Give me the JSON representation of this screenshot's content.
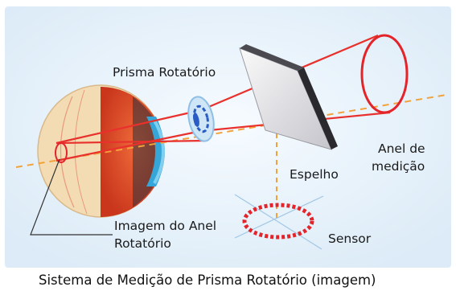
{
  "labels": {
    "prism": "Prisma Rotatório",
    "ring_line1": "Anel de",
    "ring_line2": "medição",
    "mirror": "Espelho",
    "image_line1": "Imagem do Anel",
    "image_line2": "Rotatório",
    "sensor": "Sensor"
  },
  "caption": "Sistema de Medição de Prisma Rotatório (imagem)",
  "colors": {
    "panel_background": "#e9f3fb",
    "beam": "#e8312c",
    "optical_axis": "#f2a23a",
    "ring": "#e3252b",
    "eye_sclera": "#f6d9a8",
    "eye_inner": "#e4532a",
    "cornea": "#36a6d9",
    "prism": "#2b5cc4",
    "mirror": "#d9d9df"
  }
}
